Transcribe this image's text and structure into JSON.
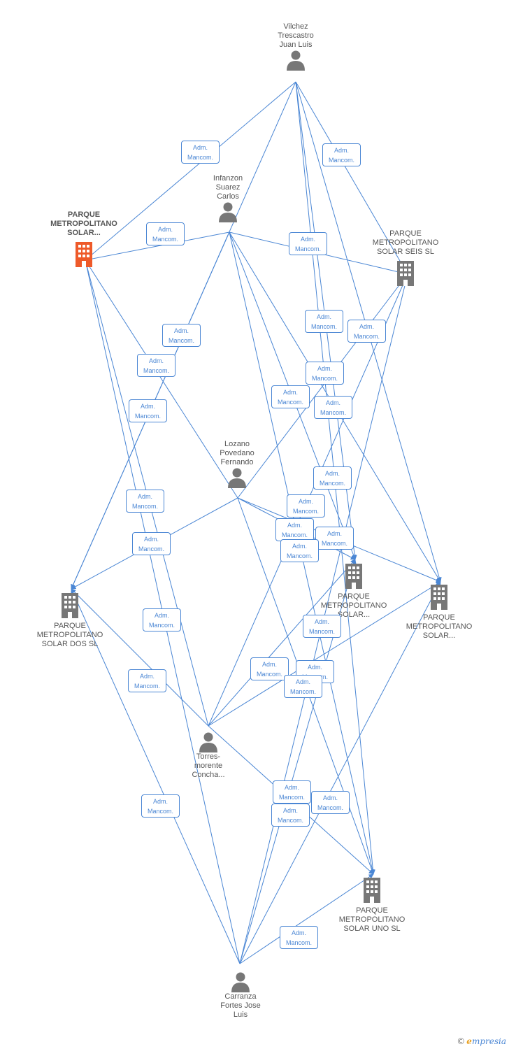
{
  "colors": {
    "edge": "#4a86d4",
    "person": "#777777",
    "company": "#777777",
    "company_focus": "#ee5a2a"
  },
  "persons": [
    {
      "id": "vilchez",
      "label": "Vilchez\nTrescastro\nJuan Luis",
      "icon": "person-icon"
    },
    {
      "id": "infanzon",
      "label": "Infanzon\nSuarez\nCarlos",
      "icon": "person-icon"
    },
    {
      "id": "lozano",
      "label": "Lozano\nPovedano\nFernando",
      "icon": "person-icon"
    },
    {
      "id": "torres",
      "label": "Torres-\nmorente\nConcha...",
      "icon": "person-icon"
    },
    {
      "id": "carranza",
      "label": "Carranza\nFortes Jose\nLuis",
      "icon": "person-icon"
    }
  ],
  "companies": [
    {
      "id": "c_focus",
      "label": "PARQUE\nMETROPOLITANO\nSOLAR...",
      "icon": "building-icon",
      "focus": true
    },
    {
      "id": "c_seis",
      "label": "PARQUE\nMETROPOLITANO\nSOLAR SEIS SL",
      "icon": "building-icon",
      "focus": false
    },
    {
      "id": "c_mid",
      "label": "PARQUE\nMETROPOLITANO\nSOLAR...",
      "icon": "building-icon",
      "focus": false
    },
    {
      "id": "c_right",
      "label": "PARQUE\nMETROPOLITANO\nSOLAR...",
      "icon": "building-icon",
      "focus": false
    },
    {
      "id": "c_dos",
      "label": "PARQUE\nMETROPOLITANO\nSOLAR DOS SL",
      "icon": "building-icon",
      "focus": false
    },
    {
      "id": "c_uno",
      "label": "PARQUE\nMETROPOLITANO\nSOLAR UNO SL",
      "icon": "building-icon",
      "focus": false
    }
  ],
  "relation": {
    "line1": "Adm.",
    "line2": "Mancom."
  },
  "edges": [
    [
      "vilchez",
      "c_focus"
    ],
    [
      "vilchez",
      "c_seis"
    ],
    [
      "vilchez",
      "c_mid"
    ],
    [
      "vilchez",
      "c_right"
    ],
    [
      "vilchez",
      "c_dos"
    ],
    [
      "vilchez",
      "c_uno"
    ],
    [
      "infanzon",
      "c_focus"
    ],
    [
      "infanzon",
      "c_seis"
    ],
    [
      "infanzon",
      "c_mid"
    ],
    [
      "infanzon",
      "c_right"
    ],
    [
      "infanzon",
      "c_dos"
    ],
    [
      "infanzon",
      "c_uno"
    ],
    [
      "lozano",
      "c_focus"
    ],
    [
      "lozano",
      "c_seis"
    ],
    [
      "lozano",
      "c_mid"
    ],
    [
      "lozano",
      "c_right"
    ],
    [
      "lozano",
      "c_dos"
    ],
    [
      "lozano",
      "c_uno"
    ],
    [
      "torres",
      "c_focus"
    ],
    [
      "torres",
      "c_seis"
    ],
    [
      "torres",
      "c_mid"
    ],
    [
      "torres",
      "c_right"
    ],
    [
      "torres",
      "c_dos"
    ],
    [
      "torres",
      "c_uno"
    ],
    [
      "carranza",
      "c_focus"
    ],
    [
      "carranza",
      "c_seis"
    ],
    [
      "carranza",
      "c_mid"
    ],
    [
      "carranza",
      "c_right"
    ],
    [
      "carranza",
      "c_dos"
    ],
    [
      "carranza",
      "c_uno"
    ]
  ],
  "footer": {
    "copyright": "©",
    "brand_initial": "e",
    "brand_rest": "mpresia"
  }
}
